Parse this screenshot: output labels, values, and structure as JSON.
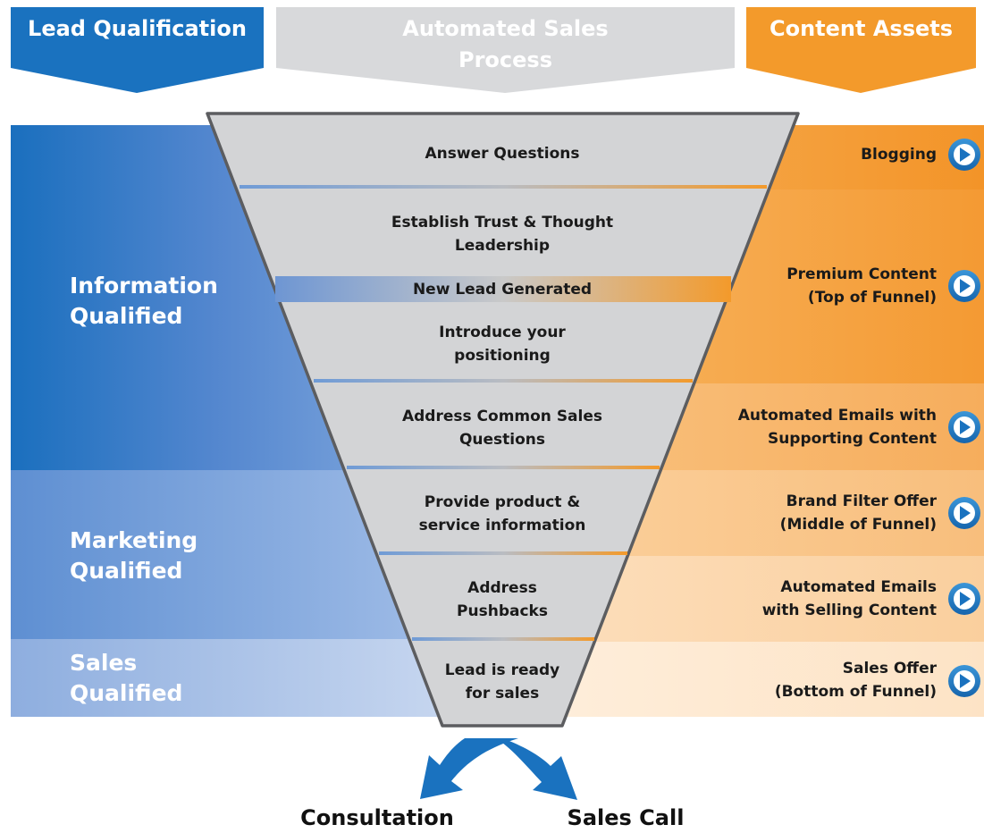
{
  "headers": {
    "lead_qualification": "Lead Qualification",
    "automated_sales_process": "Automated Sales\nProcess",
    "content_assets": "Content Assets"
  },
  "qualification_levels": [
    {
      "label": "Information\nQualified"
    },
    {
      "label": "Marketing\nQualified"
    },
    {
      "label": "Sales\nQualified"
    }
  ],
  "funnel_steps": [
    {
      "label": "Answer Questions"
    },
    {
      "label": "Establish Trust & Thought\nLeadership"
    },
    {
      "label": "New Lead Generated"
    },
    {
      "label": "Introduce your\npositioning"
    },
    {
      "label": "Address Common Sales\nQuestions"
    },
    {
      "label": "Provide product &\nservice information"
    },
    {
      "label": "Address\nPushbacks"
    },
    {
      "label": "Lead is ready\nfor sales"
    }
  ],
  "content_assets": [
    {
      "label": "Blogging",
      "icon": "play-icon"
    },
    {
      "label": "Premium Content\n(Top of Funnel)",
      "icon": "play-icon"
    },
    {
      "label": "Automated Emails with\nSupporting Content",
      "icon": "play-icon"
    },
    {
      "label": "Brand Filter Offer\n(Middle of Funnel)",
      "icon": "play-icon"
    },
    {
      "label": "Automated Emails\nwith Selling Content",
      "icon": "play-icon"
    },
    {
      "label": "Sales Offer\n(Bottom of Funnel)",
      "icon": "play-icon"
    }
  ],
  "outcomes": {
    "left": "Consultation",
    "right": "Sales Call"
  },
  "colors": {
    "blue_dark": "#1a72bf",
    "blue_mid": "#6f9fd8",
    "blue_light": "#a9c3e8",
    "orange": "#f39a2b",
    "orange_light": "#fde6cb",
    "funnel_gray": "#d3d4d6",
    "header_gray": "#d6d7d9"
  }
}
